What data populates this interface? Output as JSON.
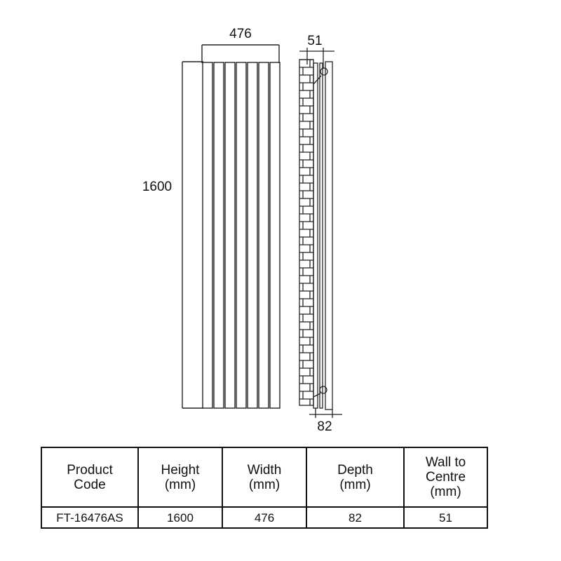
{
  "drawing": {
    "width_label": "476",
    "height_label": "1600",
    "wall_to_centre_label": "51",
    "depth_label": "82",
    "line_color": "#222222"
  },
  "table": {
    "headers": [
      {
        "line1": "Product",
        "line2": "Code",
        "line3": ""
      },
      {
        "line1": "Height",
        "line2": "(mm)",
        "line3": ""
      },
      {
        "line1": "Width",
        "line2": "(mm)",
        "line3": ""
      },
      {
        "line1": "Depth",
        "line2": "(mm)",
        "line3": ""
      },
      {
        "line1": "Wall to",
        "line2": "Centre",
        "line3": "(mm)"
      }
    ],
    "rows": [
      [
        "FT-16476AS",
        "1600",
        "476",
        "82",
        "51"
      ]
    ]
  }
}
